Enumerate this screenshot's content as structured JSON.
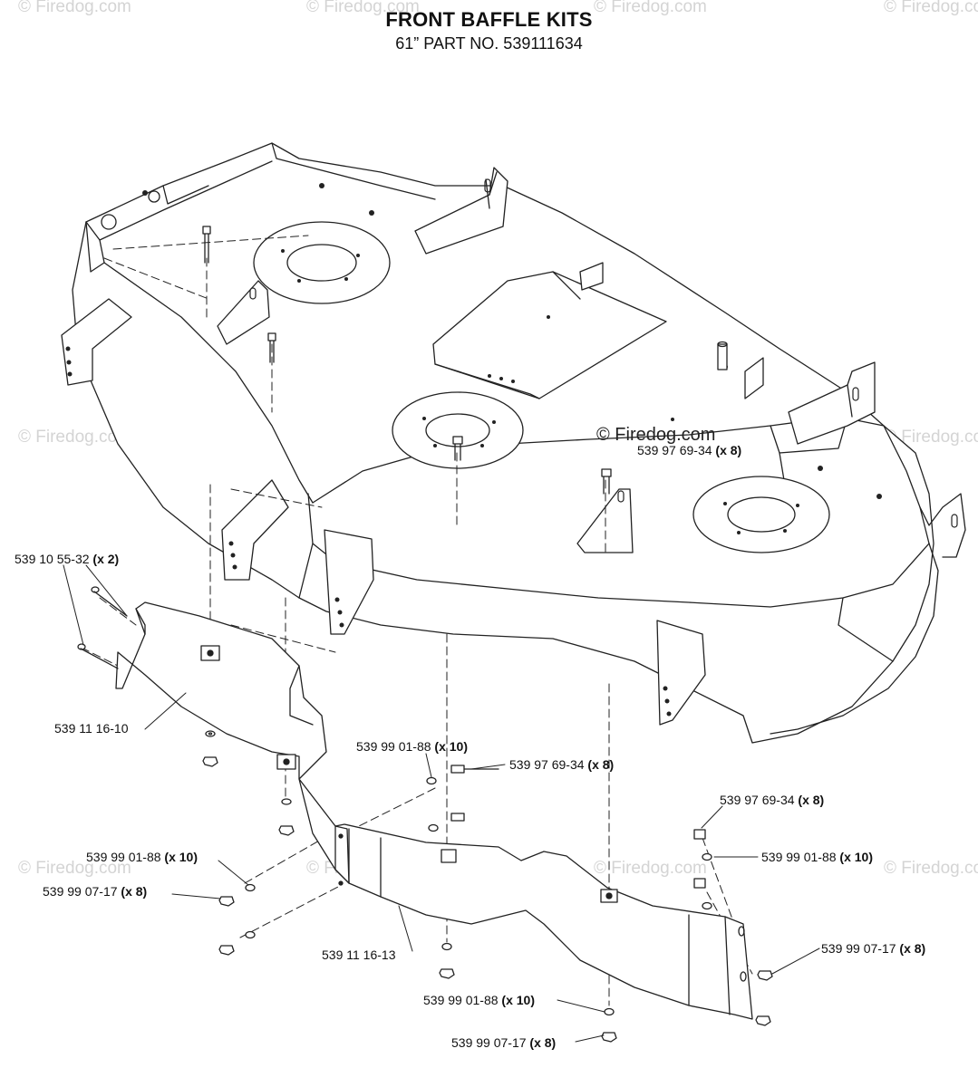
{
  "header": {
    "title": "FRONT BAFFLE KITS",
    "subtitle": "61” PART NO. 539111634"
  },
  "watermark": {
    "text": "© Firedog.com",
    "center_text": "© Firedog.com"
  },
  "labels": [
    {
      "id": "bolt-top",
      "part": "539 97 69-34",
      "qty": "(x 8)"
    },
    {
      "id": "rod-left",
      "part": "539 10 55-32",
      "qty": "(x 2)"
    },
    {
      "id": "baffle-upper",
      "part": "539 11 16-10",
      "qty": ""
    },
    {
      "id": "washer-mid",
      "part": "539 99 01-88",
      "qty": "(x 10)"
    },
    {
      "id": "bolt-mid",
      "part": "539 97 69-34",
      "qty": "(x 8)"
    },
    {
      "id": "bolt-right",
      "part": "539 97 69-34",
      "qty": "(x 8)"
    },
    {
      "id": "washer-left",
      "part": "539 99 01-88",
      "qty": "(x 10)"
    },
    {
      "id": "washer-right",
      "part": "539 99 01-88",
      "qty": "(x 10)"
    },
    {
      "id": "nut-left",
      "part": "539 99 07-17",
      "qty": "(x 8)"
    },
    {
      "id": "nut-right",
      "part": "539 99 07-17",
      "qty": "(x 8)"
    },
    {
      "id": "baffle-lower",
      "part": "539 11 16-13",
      "qty": ""
    },
    {
      "id": "washer-bottom",
      "part": "539 99 01-88",
      "qty": "(x 10)"
    },
    {
      "id": "nut-bottom",
      "part": "539 99 07-17",
      "qty": "(x 8)"
    }
  ]
}
